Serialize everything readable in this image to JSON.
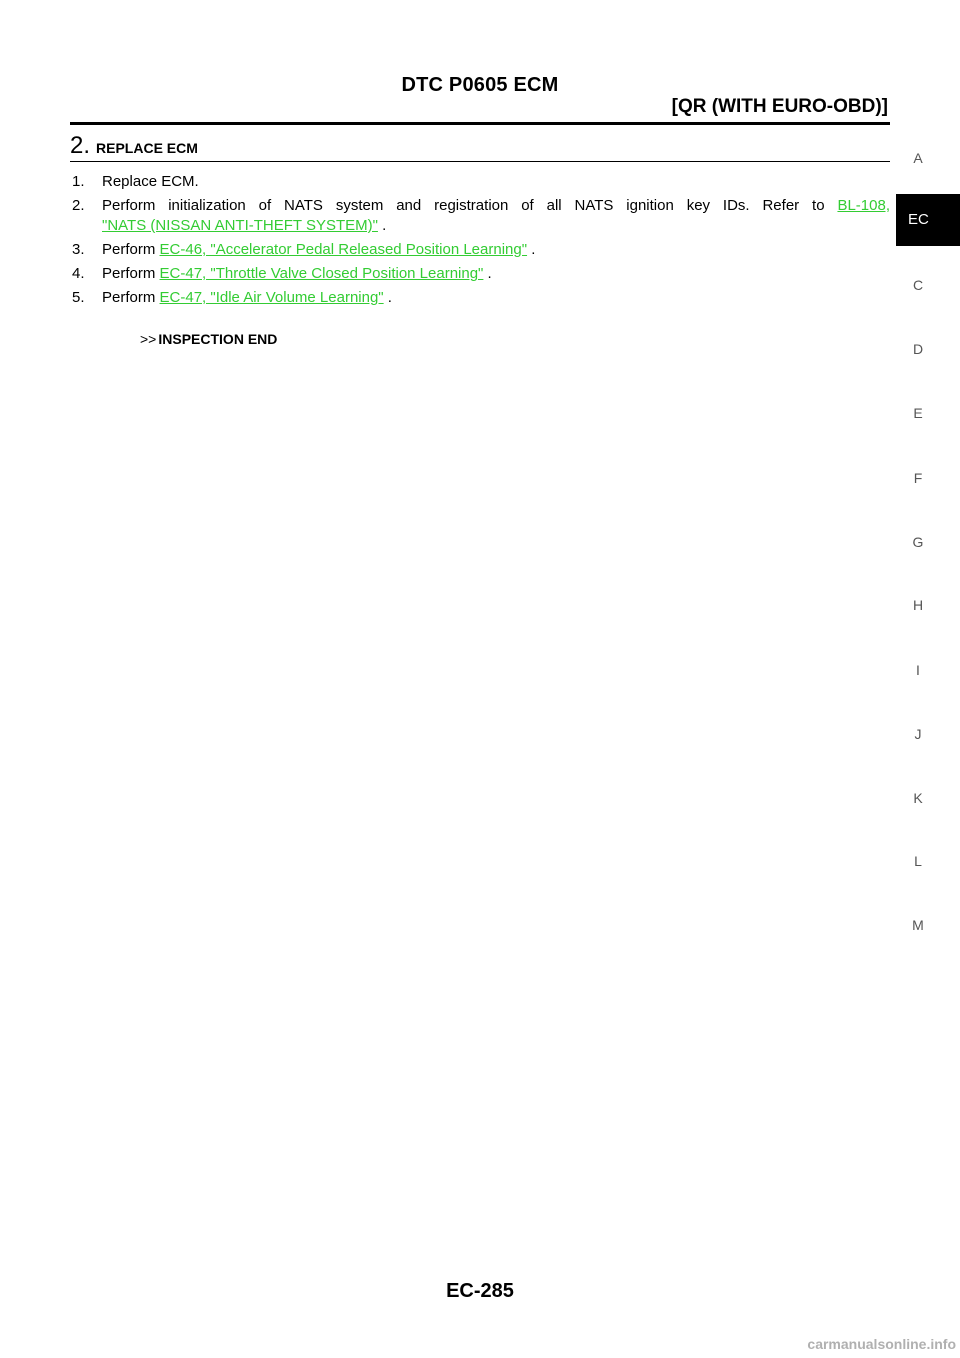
{
  "header": {
    "title": "DTC P0605 ECM",
    "subtitle": "[QR (WITH EURO-OBD)]"
  },
  "step": {
    "number": "2.",
    "title": "REPLACE ECM"
  },
  "procedure": [
    {
      "index": "1.",
      "text": "Replace ECM."
    },
    {
      "index": "2.",
      "text": "Perform initialization of NATS system and registration of all NATS ignition key IDs. Refer to",
      "link1": "BL-108,",
      "link2": "\"NATS (NISSAN ANTI-THEFT SYSTEM)\"",
      "tail": " ."
    },
    {
      "index": "3.",
      "text": "Perform ",
      "link": "EC-46, \"Accelerator Pedal Released Position Learning\"",
      "tail": " ."
    },
    {
      "index": "4.",
      "text": "Perform ",
      "link": "EC-47, \"Throttle Valve Closed Position Learning\"",
      "tail": " ."
    },
    {
      "index": "5.",
      "text": "Perform ",
      "link": "EC-47, \"Idle Air Volume Learning\"",
      "tail": " ."
    }
  ],
  "result": {
    "arrows": ">>",
    "text": "INSPECTION END"
  },
  "side_index": [
    "A",
    "EC",
    "C",
    "D",
    "E",
    "F",
    "G",
    "H",
    "I",
    "J",
    "K",
    "L",
    "M"
  ],
  "side_index_active": "EC",
  "footer": {
    "page": "EC-285"
  },
  "watermark": "carmanualsonline.info",
  "colors": {
    "link": "#33cc33",
    "active_tab_bg": "#000000"
  }
}
